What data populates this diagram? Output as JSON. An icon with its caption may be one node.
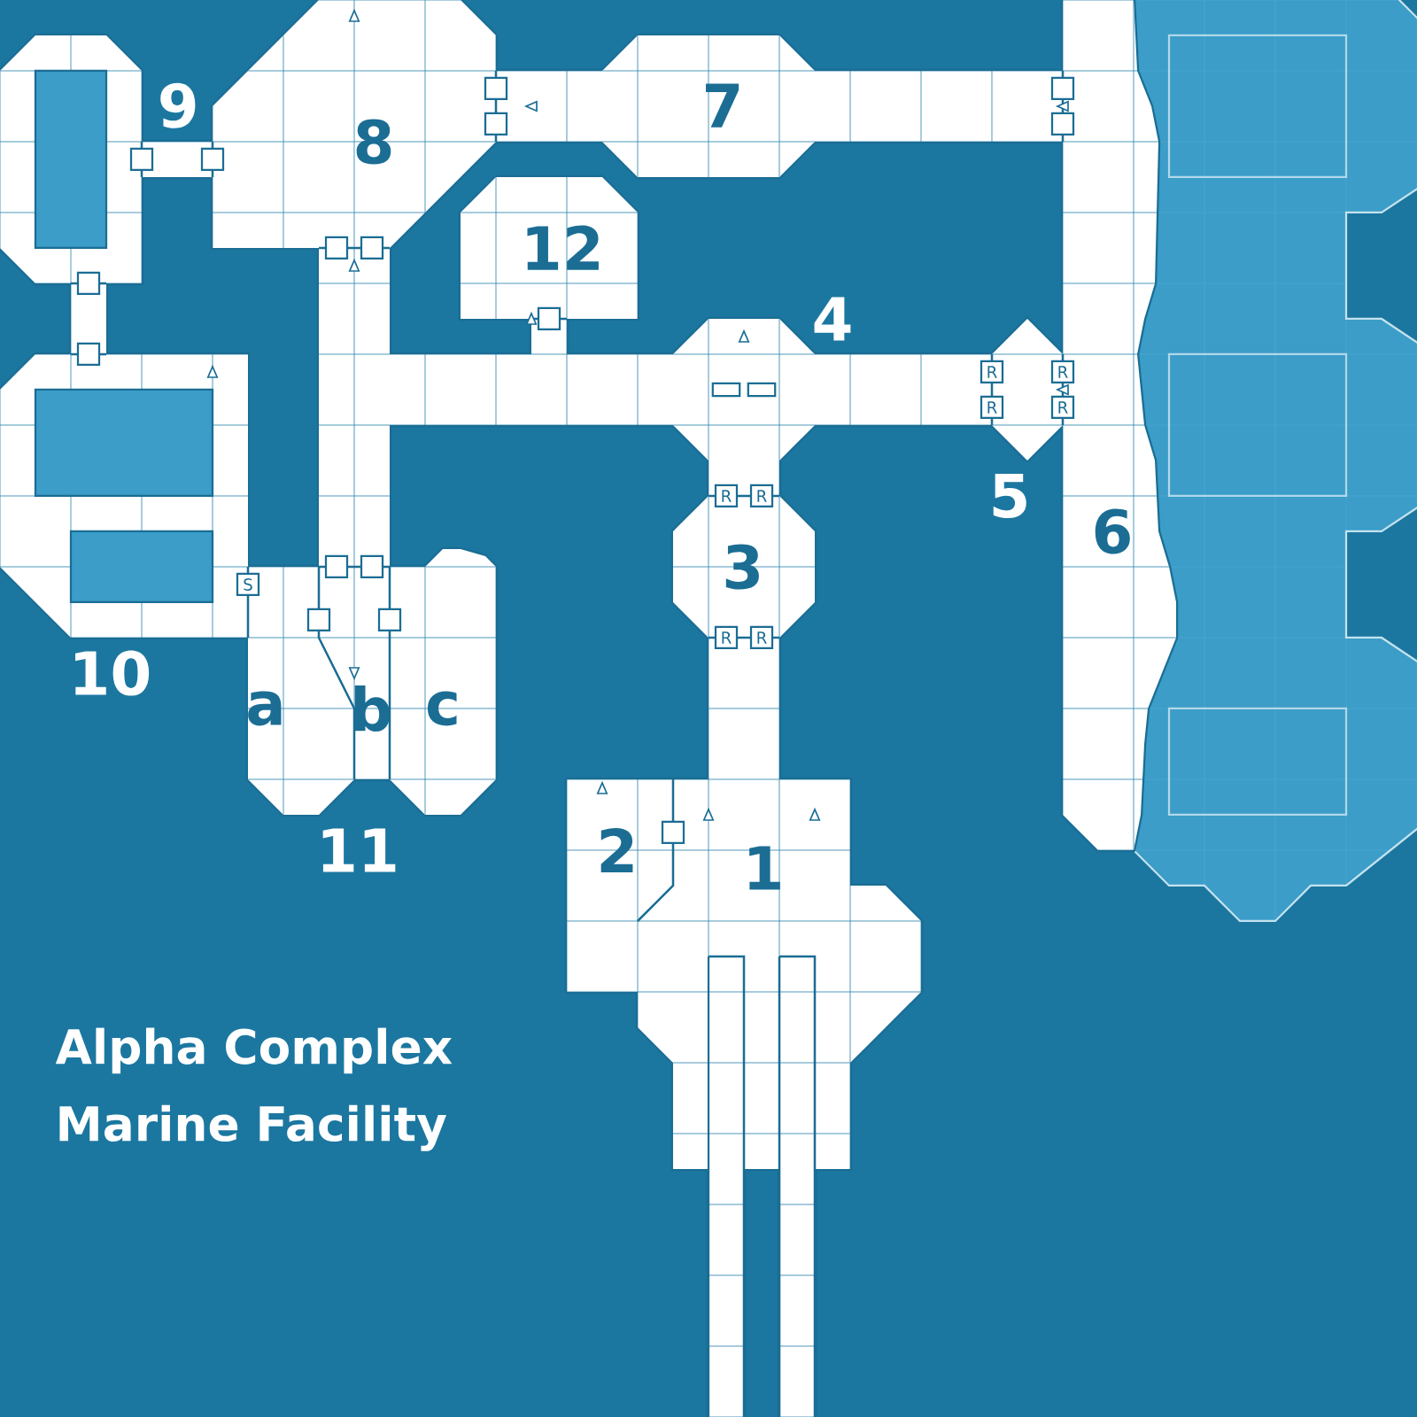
{
  "diagram": {
    "title": "Alpha Complex Marine Facility",
    "labels": [
      "9",
      "7",
      "8",
      "12",
      "4",
      "R",
      "R",
      "R",
      "R",
      "5",
      "R",
      "R",
      "6",
      "3",
      "S",
      "R",
      "R",
      "10",
      "a",
      "b",
      "c",
      "11",
      "2",
      "1"
    ]
  }
}
